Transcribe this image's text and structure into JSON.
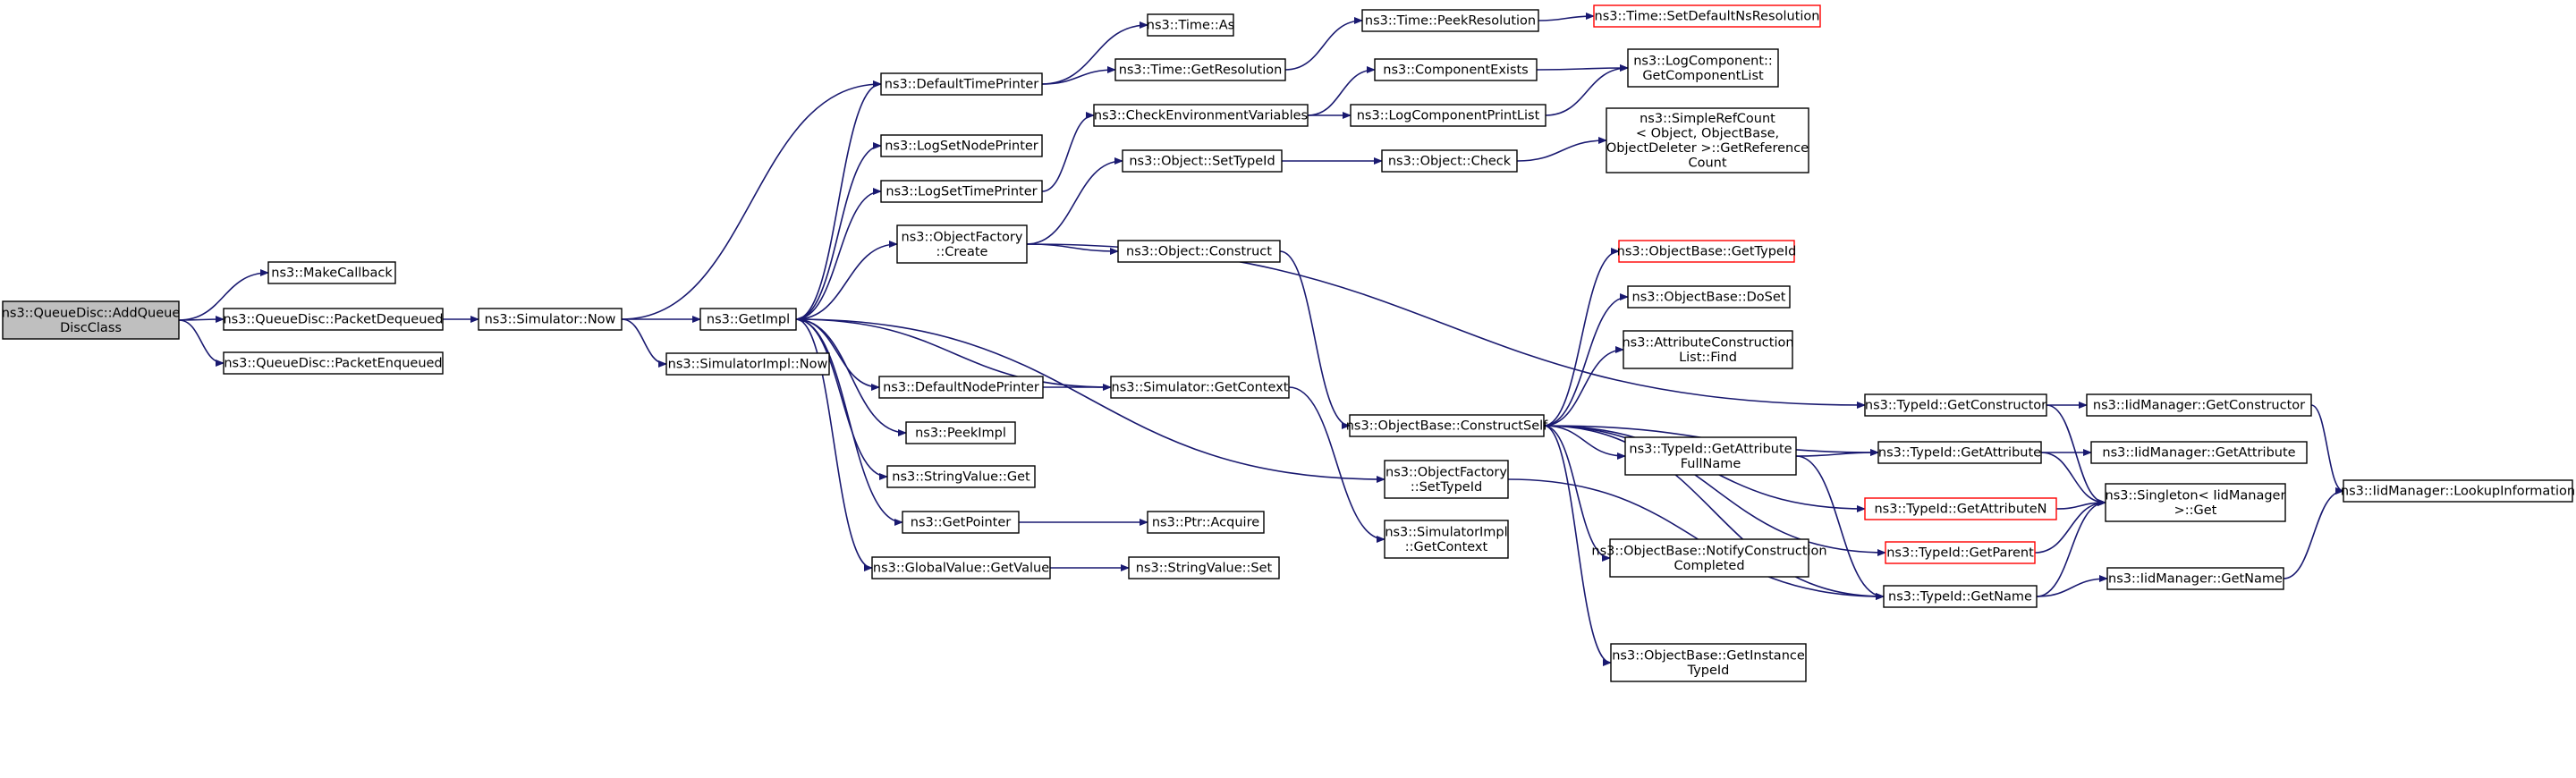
{
  "graph": {
    "edge_color": "#191970",
    "root_fill": "#bfbfbf",
    "truncated_border": "#ff0000",
    "nodes": [
      {
        "id": "addqueue",
        "lines": [
          "ns3::QueueDisc::AddQueue",
          "DiscClass"
        ],
        "root": true
      },
      {
        "id": "makecallback",
        "lines": [
          "ns3::MakeCallback"
        ]
      },
      {
        "id": "packetdequeued",
        "lines": [
          "ns3::QueueDisc::PacketDequeued"
        ]
      },
      {
        "id": "packetenqueued",
        "lines": [
          "ns3::QueueDisc::PacketEnqueued"
        ]
      },
      {
        "id": "simnow",
        "lines": [
          "ns3::Simulator::Now"
        ]
      },
      {
        "id": "getimpl",
        "lines": [
          "ns3::GetImpl"
        ]
      },
      {
        "id": "simimplnow",
        "lines": [
          "ns3::SimulatorImpl::Now"
        ]
      },
      {
        "id": "defaulttimeprinter",
        "lines": [
          "ns3::DefaultTimePrinter"
        ]
      },
      {
        "id": "logsetnodeprinter",
        "lines": [
          "ns3::LogSetNodePrinter"
        ]
      },
      {
        "id": "logsettimeprinter",
        "lines": [
          "ns3::LogSetTimePrinter"
        ]
      },
      {
        "id": "objfactorycreate",
        "lines": [
          "ns3::ObjectFactory",
          "::Create"
        ]
      },
      {
        "id": "defaultnodeprinter",
        "lines": [
          "ns3::DefaultNodePrinter"
        ]
      },
      {
        "id": "peekimpl",
        "lines": [
          "ns3::PeekImpl"
        ]
      },
      {
        "id": "stringvalueget",
        "lines": [
          "ns3::StringValue::Get"
        ]
      },
      {
        "id": "getpointer",
        "lines": [
          "ns3::GetPointer"
        ]
      },
      {
        "id": "globalvaluegetvalue",
        "lines": [
          "ns3::GlobalValue::GetValue"
        ]
      },
      {
        "id": "timeas",
        "lines": [
          "ns3::Time::As"
        ]
      },
      {
        "id": "timegetres",
        "lines": [
          "ns3::Time::GetResolution"
        ]
      },
      {
        "id": "checkenv",
        "lines": [
          "ns3::CheckEnvironmentVariables"
        ]
      },
      {
        "id": "objsettypeid",
        "lines": [
          "ns3::Object::SetTypeId"
        ]
      },
      {
        "id": "objconstruct",
        "lines": [
          "ns3::Object::Construct"
        ]
      },
      {
        "id": "simgetcontext",
        "lines": [
          "ns3::Simulator::GetContext"
        ]
      },
      {
        "id": "ptracquire",
        "lines": [
          "ns3::Ptr::Acquire"
        ]
      },
      {
        "id": "stringvalueset",
        "lines": [
          "ns3::StringValue::Set"
        ]
      },
      {
        "id": "timepeekres",
        "lines": [
          "ns3::Time::PeekResolution"
        ]
      },
      {
        "id": "timesetdefault",
        "lines": [
          "ns3::Time::SetDefaultNsResolution"
        ],
        "truncated": true
      },
      {
        "id": "componentexists",
        "lines": [
          "ns3::ComponentExists"
        ]
      },
      {
        "id": "logcompprintlist",
        "lines": [
          "ns3::LogComponentPrintList"
        ]
      },
      {
        "id": "logcompgetlist",
        "lines": [
          "ns3::LogComponent::",
          "GetComponentList"
        ]
      },
      {
        "id": "objcheck",
        "lines": [
          "ns3::Object::Check"
        ]
      },
      {
        "id": "simplerefcount",
        "lines": [
          "ns3::SimpleRefCount",
          "< Object, ObjectBase,",
          "ObjectDeleter >::GetReference",
          "Count"
        ]
      },
      {
        "id": "objbasegettypeid",
        "lines": [
          "ns3::ObjectBase::GetTypeId"
        ],
        "truncated": true
      },
      {
        "id": "objbasedoset",
        "lines": [
          "ns3::ObjectBase::DoSet"
        ]
      },
      {
        "id": "attrconstructfind",
        "lines": [
          "ns3::AttributeConstruction",
          "List::Find"
        ]
      },
      {
        "id": "objbaseconstructself",
        "lines": [
          "ns3::ObjectBase::ConstructSelf"
        ]
      },
      {
        "id": "objfactorysettypeid",
        "lines": [
          "ns3::ObjectFactory",
          "::SetTypeId"
        ]
      },
      {
        "id": "simimplgetcontext",
        "lines": [
          "ns3::SimulatorImpl",
          "::GetContext"
        ]
      },
      {
        "id": "typeidgetattrfullname",
        "lines": [
          "ns3::TypeId::GetAttribute",
          "FullName"
        ]
      },
      {
        "id": "objbasenotify",
        "lines": [
          "ns3::ObjectBase::NotifyConstruction",
          "Completed"
        ]
      },
      {
        "id": "objbasegetinstance",
        "lines": [
          "ns3::ObjectBase::GetInstance",
          "TypeId"
        ]
      },
      {
        "id": "typeidgetconstructor",
        "lines": [
          "ns3::TypeId::GetConstructor"
        ]
      },
      {
        "id": "typeidgetattribute",
        "lines": [
          "ns3::TypeId::GetAttribute"
        ]
      },
      {
        "id": "typeidgetattributen",
        "lines": [
          "ns3::TypeId::GetAttributeN"
        ],
        "truncated": true
      },
      {
        "id": "typeidgetparent",
        "lines": [
          "ns3::TypeId::GetParent"
        ],
        "truncated": true
      },
      {
        "id": "typeidgetname",
        "lines": [
          "ns3::TypeId::GetName"
        ]
      },
      {
        "id": "iidgetconstructor",
        "lines": [
          "ns3::IidManager::GetConstructor"
        ]
      },
      {
        "id": "iidgetattribute",
        "lines": [
          "ns3::IidManager::GetAttribute"
        ]
      },
      {
        "id": "singletonget",
        "lines": [
          "ns3::Singleton< IidManager",
          ">::Get"
        ]
      },
      {
        "id": "iidgetname",
        "lines": [
          "ns3::IidManager::GetName"
        ]
      },
      {
        "id": "iidlookup",
        "lines": [
          "ns3::IidManager::LookupInformation"
        ]
      }
    ],
    "edges": [
      [
        "addqueue",
        "makecallback"
      ],
      [
        "addqueue",
        "packetdequeued"
      ],
      [
        "addqueue",
        "packetenqueued"
      ],
      [
        "packetdequeued",
        "simnow"
      ],
      [
        "simnow",
        "getimpl"
      ],
      [
        "simnow",
        "simimplnow"
      ],
      [
        "simnow",
        "defaulttimeprinter"
      ],
      [
        "getimpl",
        "defaulttimeprinter"
      ],
      [
        "getimpl",
        "logsetnodeprinter"
      ],
      [
        "getimpl",
        "logsettimeprinter"
      ],
      [
        "getimpl",
        "objfactorycreate"
      ],
      [
        "getimpl",
        "defaultnodeprinter"
      ],
      [
        "getimpl",
        "peekimpl"
      ],
      [
        "getimpl",
        "stringvalueget"
      ],
      [
        "getimpl",
        "getpointer"
      ],
      [
        "getimpl",
        "globalvaluegetvalue"
      ],
      [
        "getimpl",
        "objfactorysettypeid"
      ],
      [
        "simgetcontext",
        "getimpl"
      ],
      [
        "defaulttimeprinter",
        "timeas"
      ],
      [
        "defaulttimeprinter",
        "timegetres"
      ],
      [
        "timegetres",
        "timepeekres"
      ],
      [
        "timepeekres",
        "timesetdefault"
      ],
      [
        "logsettimeprinter",
        "checkenv"
      ],
      [
        "checkenv",
        "componentexists"
      ],
      [
        "checkenv",
        "logcompprintlist"
      ],
      [
        "componentexists",
        "logcompgetlist"
      ],
      [
        "logcompprintlist",
        "logcompgetlist"
      ],
      [
        "objfactorycreate",
        "objsettypeid"
      ],
      [
        "objfactorycreate",
        "objconstruct"
      ],
      [
        "objfactorycreate",
        "typeidgetconstructor"
      ],
      [
        "objsettypeid",
        "objcheck"
      ],
      [
        "objcheck",
        "simplerefcount"
      ],
      [
        "objconstruct",
        "objbaseconstructself"
      ],
      [
        "defaultnodeprinter",
        "simgetcontext"
      ],
      [
        "simgetcontext",
        "simimplgetcontext"
      ],
      [
        "getpointer",
        "ptracquire"
      ],
      [
        "globalvaluegetvalue",
        "stringvalueset"
      ],
      [
        "objbaseconstructself",
        "objbasegettypeid"
      ],
      [
        "objbaseconstructself",
        "objbasedoset"
      ],
      [
        "objbaseconstructself",
        "attrconstructfind"
      ],
      [
        "objbaseconstructself",
        "typeidgetattrfullname"
      ],
      [
        "objbaseconstructself",
        "typeidgetattribute"
      ],
      [
        "objbaseconstructself",
        "typeidgetattributen"
      ],
      [
        "objbaseconstructself",
        "objbasenotify"
      ],
      [
        "objbaseconstructself",
        "objbasegetinstance"
      ],
      [
        "objbaseconstructself",
        "typeidgetparent"
      ],
      [
        "objbaseconstructself",
        "typeidgetname"
      ],
      [
        "objfactorysettypeid",
        "typeidgetname"
      ],
      [
        "typeidgetattrfullname",
        "typeidgetattribute"
      ],
      [
        "typeidgetattrfullname",
        "typeidgetname"
      ],
      [
        "typeidgetconstructor",
        "iidgetconstructor"
      ],
      [
        "typeidgetconstructor",
        "singletonget"
      ],
      [
        "typeidgetattribute",
        "iidgetattribute"
      ],
      [
        "typeidgetattribute",
        "singletonget"
      ],
      [
        "typeidgetattributen",
        "singletonget"
      ],
      [
        "typeidgetparent",
        "singletonget"
      ],
      [
        "typeidgetname",
        "singletonget"
      ],
      [
        "typeidgetname",
        "iidgetname"
      ],
      [
        "iidgetconstructor",
        "iidlookup"
      ],
      [
        "iidgetname",
        "iidlookup"
      ]
    ]
  }
}
